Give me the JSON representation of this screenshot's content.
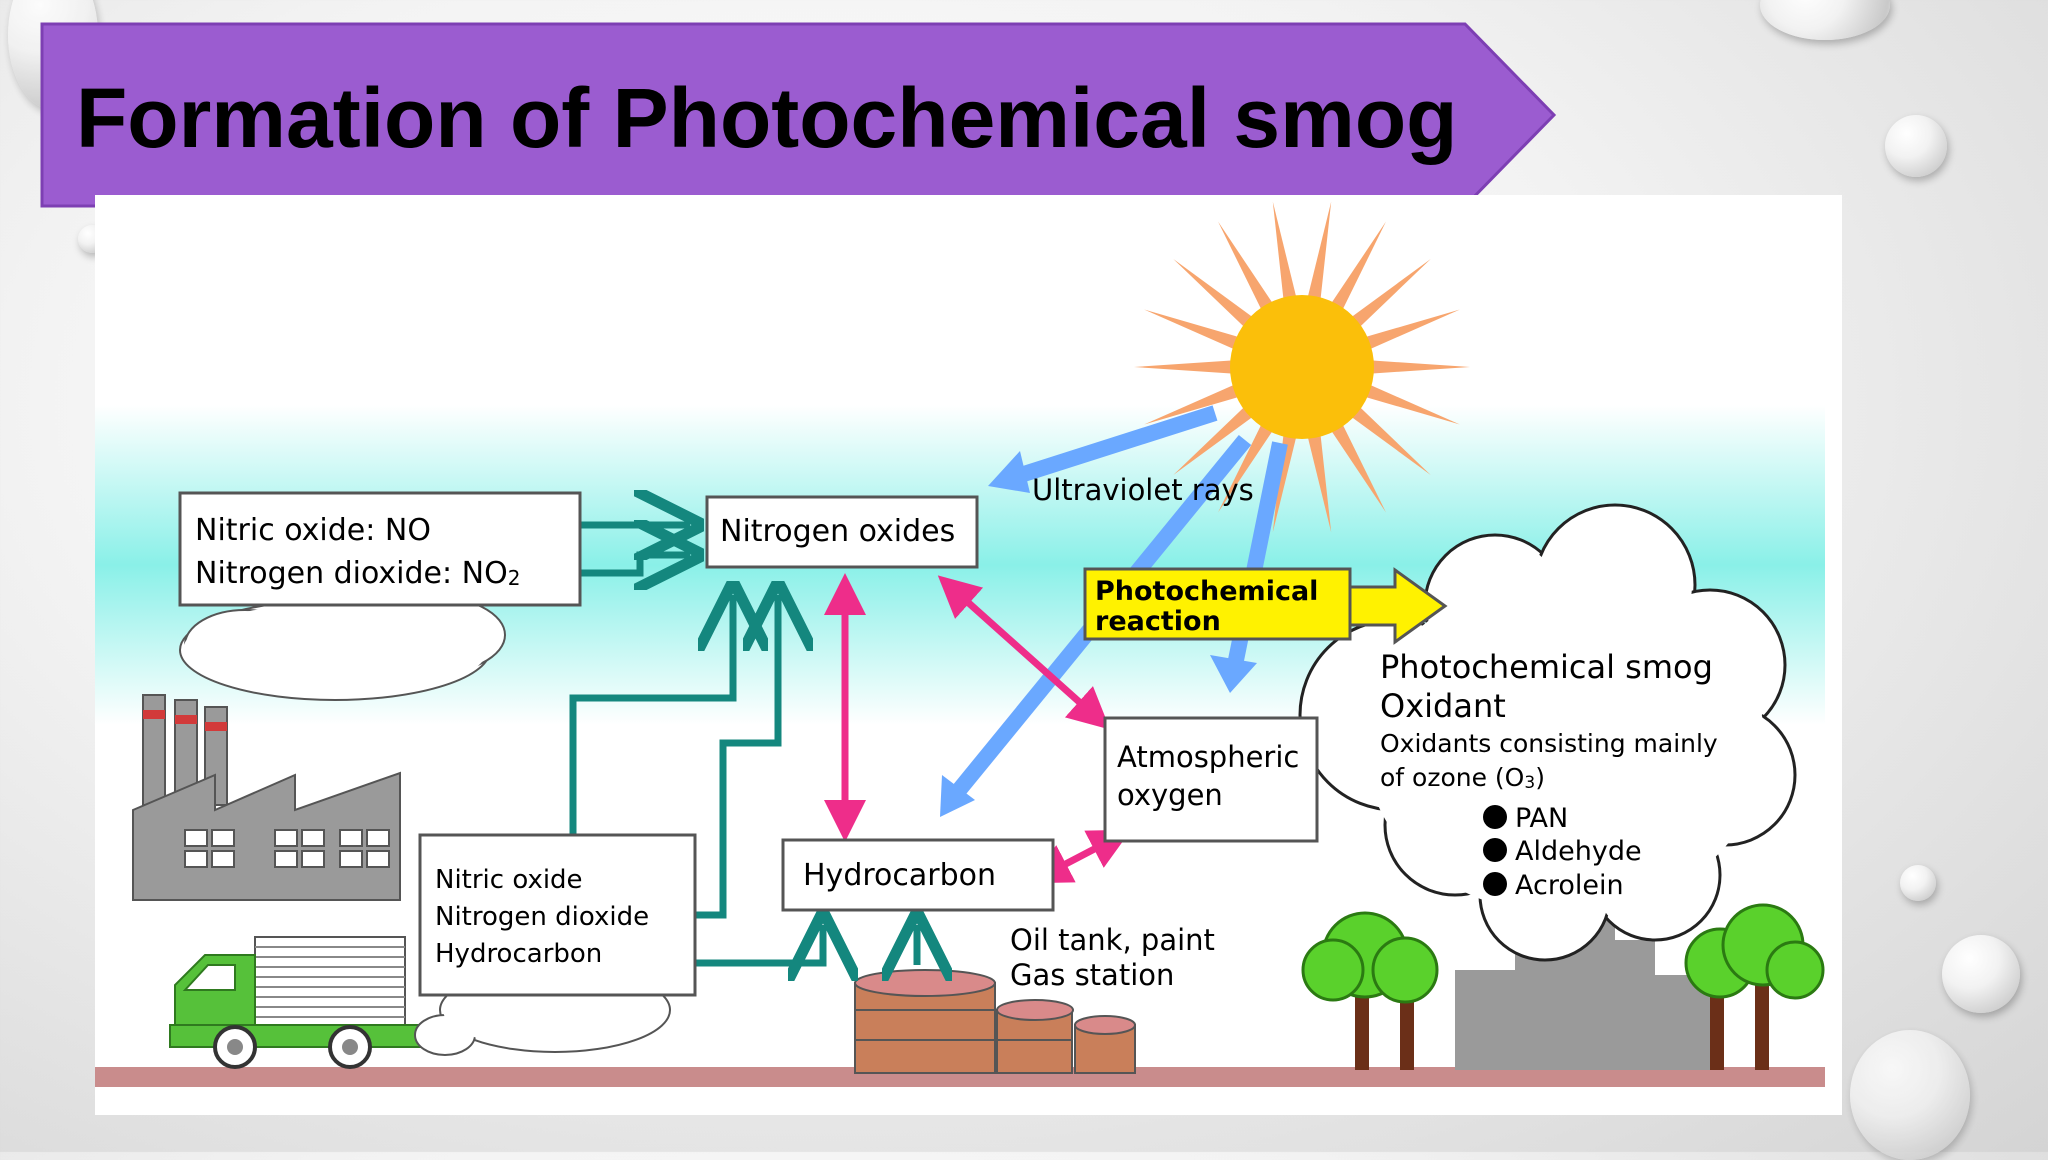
{
  "slide": {
    "title": "Formation of Photochemical smog"
  },
  "colors": {
    "banner": "#9b5cd0",
    "banner_border": "#7d3fb3",
    "sun": "#fbbf0a",
    "sun_rays": "#f7a56e",
    "uv": "#6aa8ff",
    "teal": "#14877e",
    "magenta": "#ee2d8a",
    "reaction_box": "#fff200",
    "ground": "#c98c8c",
    "factory": "#9a9a9a",
    "truck": "#56c13a",
    "tree": "#5ad12c"
  },
  "diagram": {
    "labels": {
      "nitric_oxide_no": "Nitric oxide: NO",
      "nitrogen_dioxide_no2": "Nitrogen dioxide: NO",
      "no2_subscript": "2",
      "nitrogen_oxides": "Nitrogen oxides",
      "ultraviolet_rays": "Ultraviolet rays",
      "photochemical": "Photochemical",
      "reaction": "reaction",
      "smog_title": "Photochemical smog",
      "oxidant": "Oxidant",
      "oxidants_line1": "Oxidants consisting mainly",
      "oxidants_line2": "of ozone (O",
      "ozone_subscript": "3",
      "ozone_close": ")",
      "pan": "PAN",
      "aldehyde": "Aldehyde",
      "acrolein": "Acrolein",
      "atmospheric": "Atmospheric",
      "oxygen": "oxygen",
      "hydrocarbon_box": "Hydrocarbon",
      "vehicle_nitric_oxide": "Nitric oxide",
      "vehicle_nitrogen_dioxide": "Nitrogen dioxide",
      "vehicle_hydrocarbon": "Hydrocarbon",
      "oil_tank_paint": "Oil tank, paint",
      "gas_station": "Gas station"
    }
  }
}
